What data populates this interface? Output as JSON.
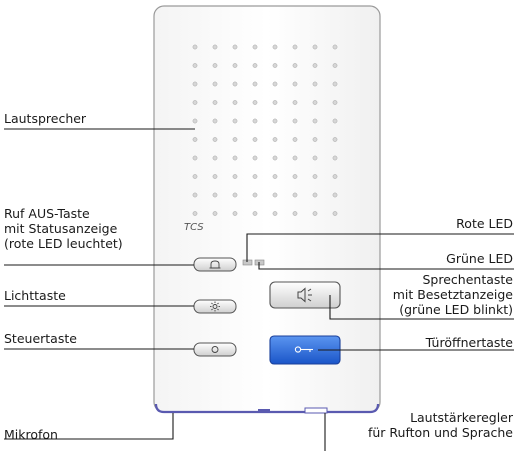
{
  "labels": {
    "lautsprecher": "Lautsprecher",
    "ruf_aus": [
      "Ruf AUS-Taste",
      "mit Statusanzeige",
      "(rote LED leuchtet)"
    ],
    "lichttaste": "Lichttaste",
    "steuertaste": "Steuertaste",
    "mikrofon": "Mikrofon",
    "rote_led": "Rote LED",
    "gruene_led": "Grüne LED",
    "sprechentaste": [
      "Sprechentaste",
      "mit Besetztanzeige",
      "(grüne LED blinkt)"
    ],
    "tueroeffnertaste": "Türöffnertaste",
    "lautstaerkeregler": [
      "Lautstärkeregler",
      "für Rufton und Sprache"
    ]
  },
  "device": {
    "logo": "TCS",
    "colors": {
      "housing_border": "#9a9a9a",
      "bottom_strip": "#5a5ab0",
      "door_button": "#2a6de0",
      "led_red": "#c8c8c8",
      "led_green": "#c8c8c8"
    }
  }
}
